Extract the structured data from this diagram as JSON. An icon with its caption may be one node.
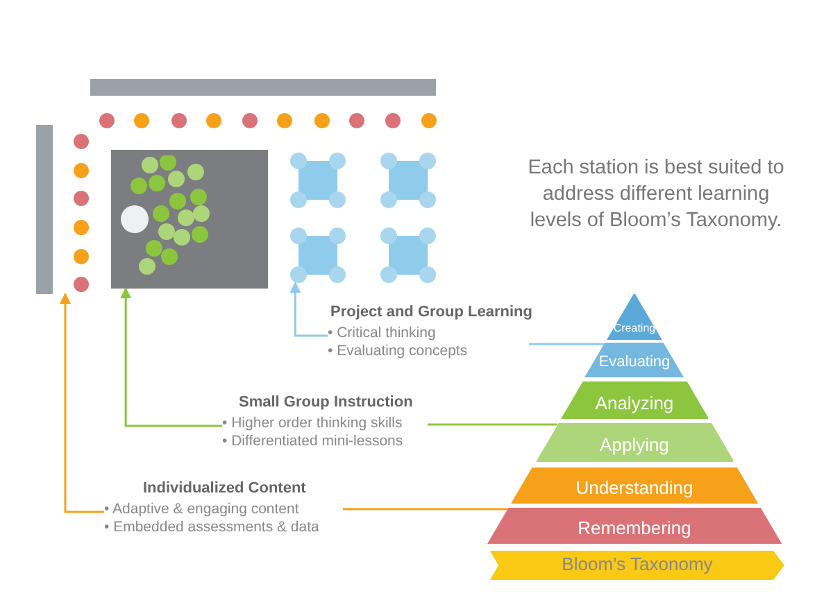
{
  "diagram": {
    "nodes": [
      {
        "text": [],
        "shape": "circle"
      },
      {
        "text": [],
        "shape": "box"
      },
      {
        "text": [],
        "shape": "box"
      },
      {
        "text": [
          "Project and Group Learning",
          "• Critical thinking",
          "• Evaluating concepts"
        ]
      },
      {
        "text": [
          "Small Group Instruction",
          "• Higher order thinking skills",
          "• Differentiated mini-lessons"
        ]
      },
      {
        "text": [
          "Individualized Content",
          "• Adaptive & engaging content",
          "• Embedded assessments & data"
        ]
      },
      {
        "text": [
          "Creating"
        ]
      },
      {
        "text": [
          "Evaluating"
        ]
      },
      {
        "text": [
          "Analyzing"
        ]
      },
      {
        "text": [
          "Applying"
        ]
      },
      {
        "text": [
          "Understanding"
        ]
      },
      {
        "text": [
          "Remembering"
        ]
      },
      {
        "text": [
          "Bloom’s Taxonomy"
        ]
      }
    ],
    "edges": [
      {
        "from": 7,
        "to": 3,
        "arrow": "none",
        "color": "#8fcbea"
      },
      {
        "from": 3,
        "to": 2,
        "arrow": "to",
        "color": "#8fcbea"
      },
      {
        "from": 9,
        "to": 4,
        "arrow": "none",
        "color": "#8cc63f"
      },
      {
        "from": 4,
        "to": 1,
        "arrow": "to",
        "color": "#8cc63f"
      },
      {
        "from": 11,
        "to": 5,
        "arrow": "none",
        "color": "#f7a11a"
      },
      {
        "from": 5,
        "to": 0,
        "arrow": "to",
        "color": "#f7a11a"
      }
    ],
    "labels": [
      "Each station is best suited to address different learning levels of Bloom’s Taxonomy."
    ]
  }
}
